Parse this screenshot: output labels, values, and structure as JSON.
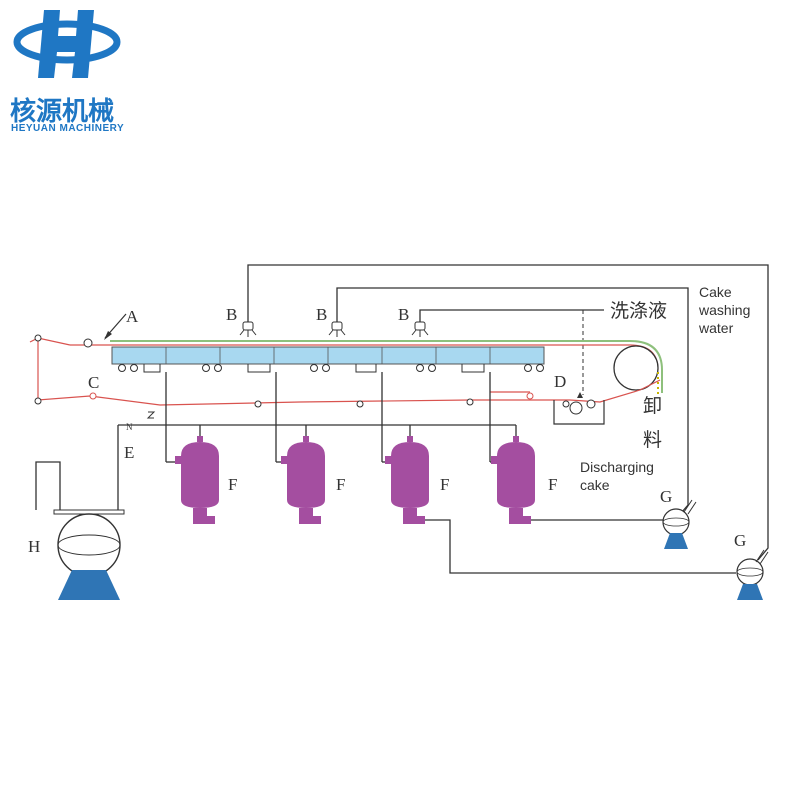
{
  "logo": {
    "chinese": "核源机械",
    "english": "HEYUAN MACHINERY"
  },
  "labels": {
    "A": "A",
    "B1": "B",
    "B2": "B",
    "B3": "B",
    "C": "C",
    "D": "D",
    "E": "E",
    "F1": "F",
    "F2": "F",
    "F3": "F",
    "F4": "F",
    "G1": "G",
    "G2": "G",
    "H": "H",
    "N": "N"
  },
  "annotations": {
    "washing_liquid_cn": "洗涤液",
    "cake_washing_water": [
      "Cake",
      "washing",
      "water"
    ],
    "unloading_cn_1": "卸",
    "unloading_cn_2": "料",
    "discharging_cake": [
      "Discharging",
      "cake"
    ]
  },
  "colors": {
    "brand_blue": "#1f77c4",
    "belt_blue": "#a8d8f0",
    "tank_purple": "#a44ea0",
    "pump_blue": "#2f75b5",
    "cloth_red": "#d9534f",
    "pipe": "#333333"
  }
}
